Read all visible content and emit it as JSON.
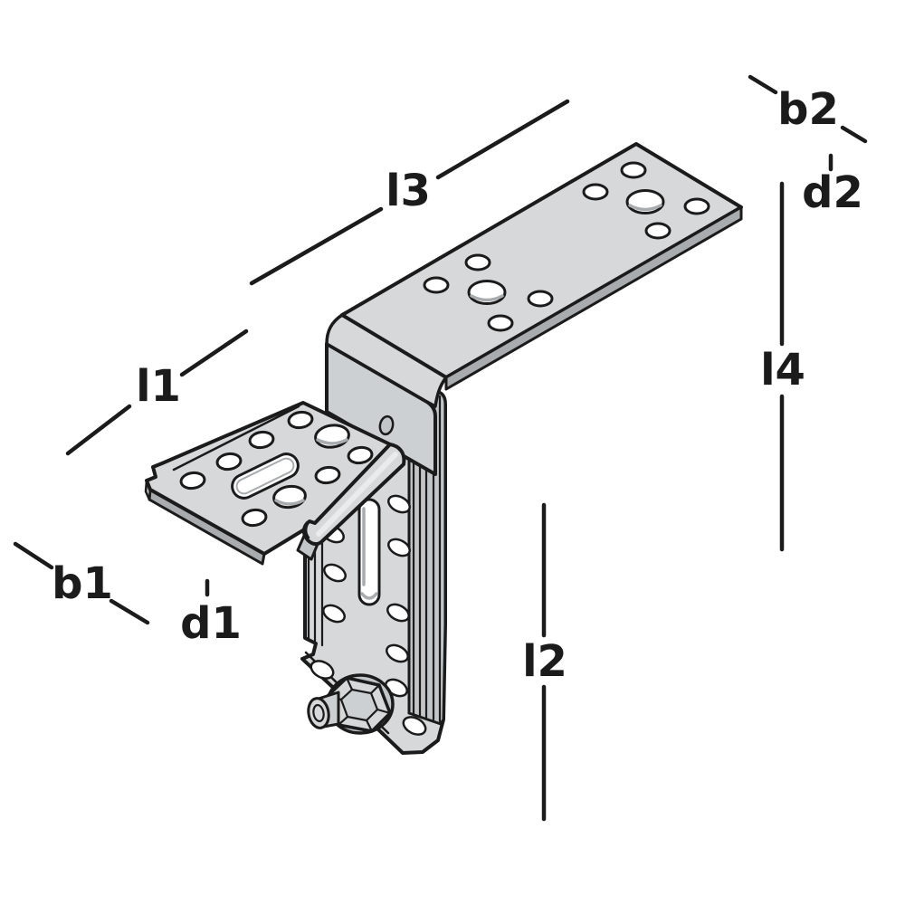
{
  "diagram": {
    "type": "technical-illustration",
    "subject": "adjustable-angle-bracket-isometric-view",
    "colors": {
      "background": "#ffffff",
      "outline": "#1b1b1b",
      "face_light": "#d6d8da",
      "face_mid": "#cdd0d2",
      "face_dark": "#a9acae",
      "flange": "#c3c6c8",
      "hole_fill": "#ffffff",
      "highlight": "#e9ebec"
    },
    "dimension_labels": [
      {
        "id": "l3",
        "text": "l3",
        "label": [
          451,
          211
        ],
        "segments": [
          [
            278,
            313,
            421,
            231
          ],
          [
            484,
            196,
            627,
            112
          ]
        ]
      },
      {
        "id": "l1",
        "text": "l1",
        "label": [
          175,
          427
        ],
        "segments": [
          [
            75,
            501,
            143,
            449
          ],
          [
            201,
            414,
            272,
            366
          ]
        ]
      },
      {
        "id": "b2",
        "text": "b2",
        "label": [
          893,
          121
        ],
        "segments": [
          [
            829,
            85,
            857,
            102
          ],
          [
            931,
            141,
            956,
            156
          ]
        ]
      },
      {
        "id": "d2",
        "text": "d2",
        "label": [
          920,
          213
        ],
        "segments": [
          [
            918,
            172,
            918,
            187
          ]
        ]
      },
      {
        "id": "l4",
        "text": "l4",
        "label": [
          865,
          409
        ],
        "segments": [
          [
            864,
            203,
            864,
            380
          ],
          [
            864,
            438,
            864,
            607
          ]
        ]
      },
      {
        "id": "l2",
        "text": "l2",
        "label": [
          602,
          731
        ],
        "segments": [
          [
            601,
            558,
            601,
            702
          ],
          [
            601,
            759,
            601,
            905
          ]
        ]
      },
      {
        "id": "b1",
        "text": "b1",
        "label": [
          91,
          645
        ],
        "segments": [
          [
            17,
            601,
            57,
            627
          ],
          [
            123,
            664,
            163,
            688
          ]
        ]
      },
      {
        "id": "d1",
        "text": "d1",
        "label": [
          233,
          689
        ],
        "segments": [
          [
            229,
            642,
            229,
            657
          ]
        ]
      }
    ]
  }
}
